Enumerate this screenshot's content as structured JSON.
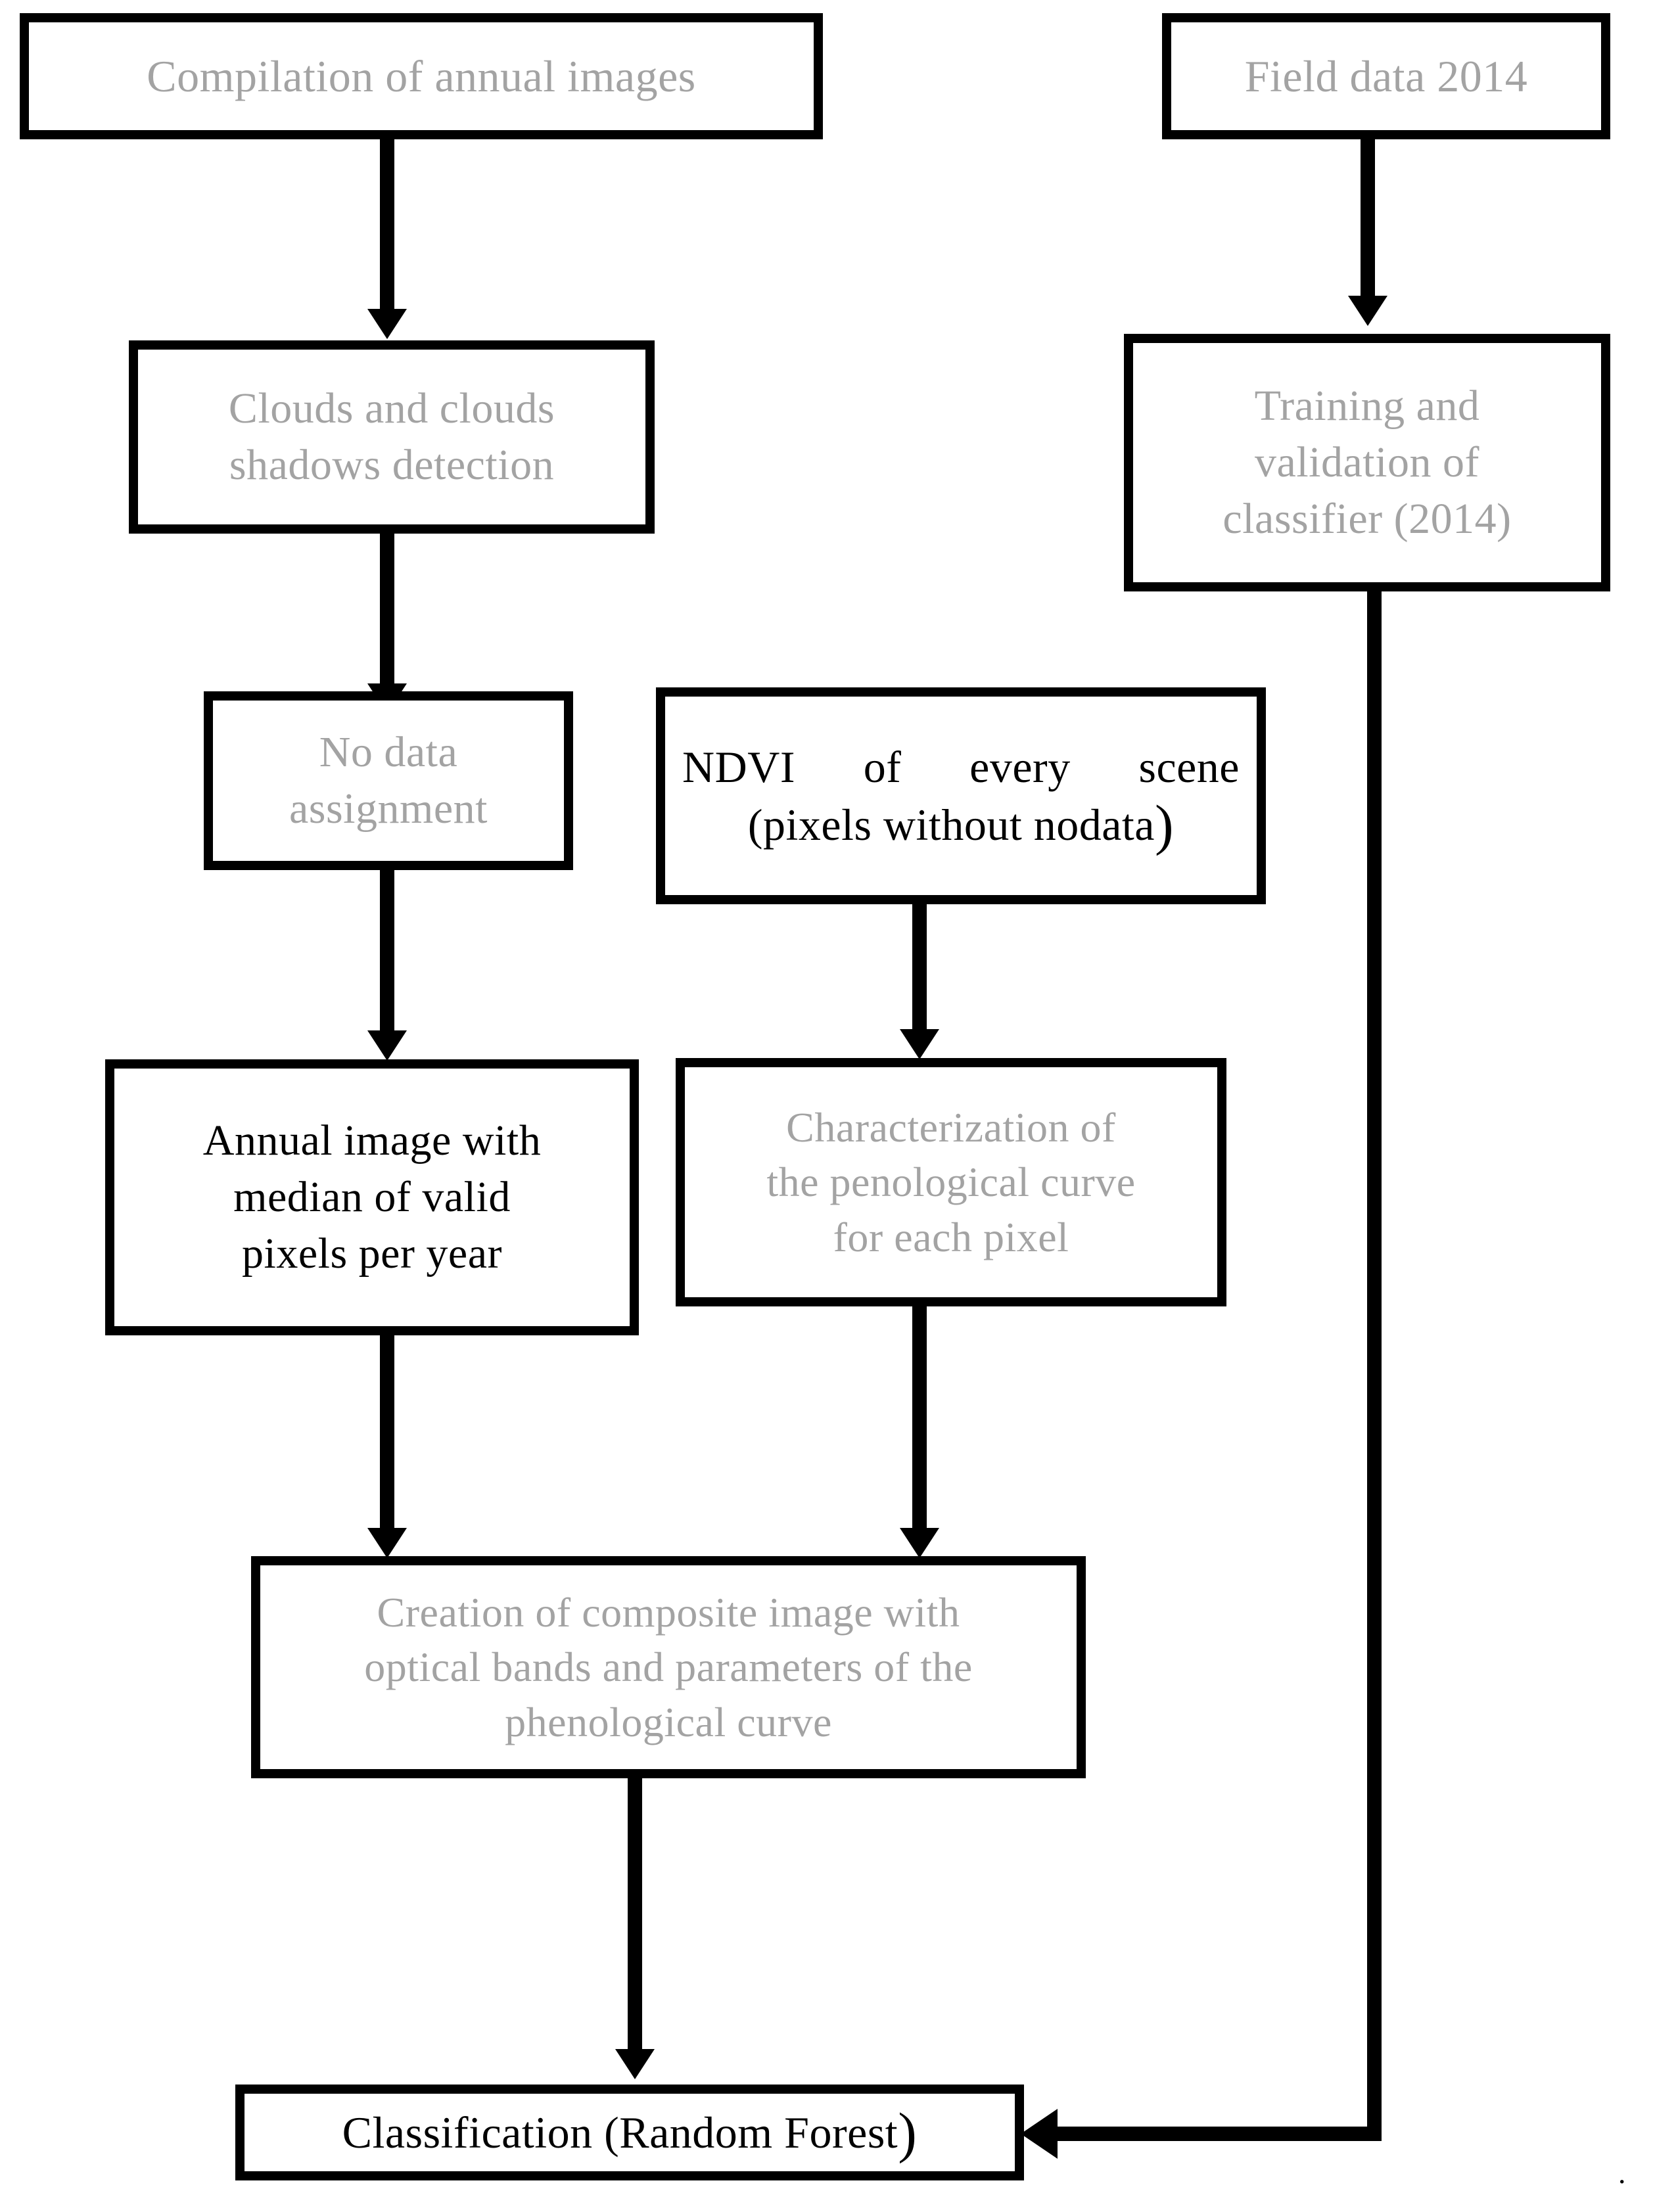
{
  "diagram": {
    "title": "Remote sensing classification workflow flowchart",
    "colors": {
      "text_gray": "#a3a3a3",
      "text_black": "#000000",
      "border": "#000000",
      "background": "#ffffff"
    },
    "nodes": {
      "compilation": {
        "label": "Compilation of annual images"
      },
      "field_data": {
        "label": "Field data 2014"
      },
      "clouds": {
        "line1": "Clouds and clouds",
        "line2": "shadows detection"
      },
      "training": {
        "line1": "Training and",
        "line2": "validation of",
        "line3": "classifier (2014)"
      },
      "nodata": {
        "line1": "No data",
        "line2": "assignment"
      },
      "ndvi": {
        "line1": "NDVI of every scene",
        "line2": "(pixels without nodata",
        "line2_paren": ")"
      },
      "annual": {
        "line1": "Annual image with",
        "line2": "median of valid",
        "line3": "pixels per year"
      },
      "characterization": {
        "line1": "Characterization of",
        "line2": "the penological curve",
        "line3": "for each pixel"
      },
      "composite": {
        "line1": "Creation of composite image with",
        "line2": "optical bands and parameters of the",
        "line3": "phenological curve"
      },
      "classification": {
        "label": "Classification (Random Forest",
        "paren": ")"
      }
    },
    "edges": [
      {
        "from": "compilation",
        "to": "clouds",
        "direction": "down"
      },
      {
        "from": "clouds",
        "to": "nodata",
        "direction": "down"
      },
      {
        "from": "nodata",
        "to": "annual",
        "direction": "down"
      },
      {
        "from": "ndvi",
        "to": "characterization",
        "direction": "down"
      },
      {
        "from": "annual",
        "to": "composite",
        "direction": "down"
      },
      {
        "from": "characterization",
        "to": "composite",
        "direction": "down"
      },
      {
        "from": "composite",
        "to": "classification",
        "direction": "down"
      },
      {
        "from": "field_data",
        "to": "training",
        "direction": "down"
      },
      {
        "from": "training",
        "to": "classification",
        "direction": "down-then-left"
      }
    ],
    "footnote": "."
  }
}
